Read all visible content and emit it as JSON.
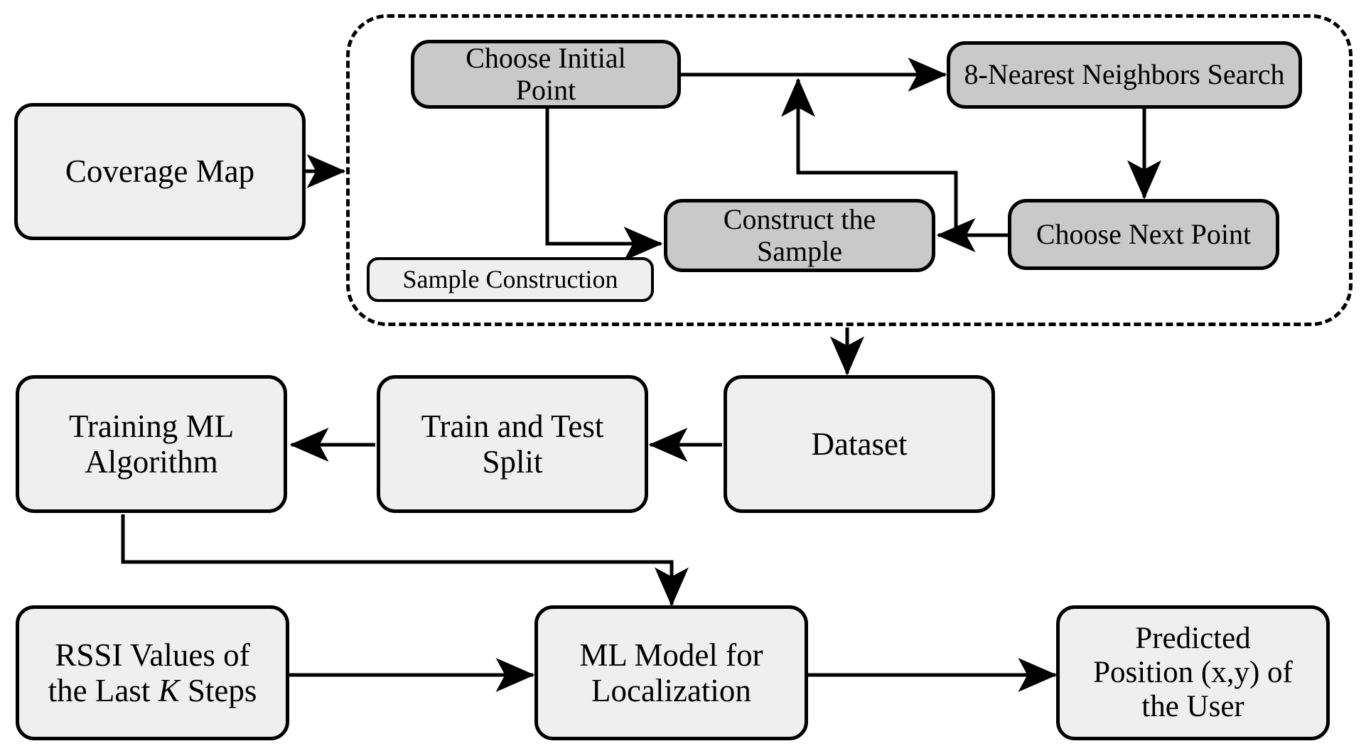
{
  "diagram": {
    "title_text": "",
    "colors": {
      "background": "#ffffff",
      "stroke": "#000000",
      "node_light_fill": "#efefef",
      "node_dark_fill": "#c9c9c9"
    },
    "group": {
      "label": "Sample Construction",
      "style": "dashed-rounded-container"
    },
    "nodes": {
      "coverage_map": "Coverage Map",
      "choose_initial_point_line1": "Choose Initial",
      "choose_initial_point_line2": "Point",
      "nearest_neighbors_search": "8-Nearest Neighbors Search",
      "construct_sample_line1": "Construct the",
      "construct_sample_line2": "Sample",
      "choose_next_point": "Choose Next Point",
      "sample_construction": "Sample Construction",
      "dataset": "Dataset",
      "train_test_split_line1": "Train and Test",
      "train_test_split_line2": "Split",
      "training_ml_algorithm_line1": "Training ML",
      "training_ml_algorithm_line2": "Algorithm",
      "rssi_values_line1": "RSSI Values of",
      "rssi_values_line2_a": "the Last ",
      "rssi_values_line2_k": "K",
      "rssi_values_line2_b": " Steps",
      "ml_model_line1": "ML Model for",
      "ml_model_line2": "Localization",
      "predicted_position_line1": "Predicted",
      "predicted_position_line2": "Position (x,y) of",
      "predicted_position_line3": "the User"
    },
    "edges": [
      {
        "name": "coverage-map-to-group",
        "from": "Coverage Map",
        "to": "Sample Construction group"
      },
      {
        "name": "choose-initial-point-to-nn-search",
        "from": "Choose Initial Point",
        "to": "8-Nearest Neighbors Search"
      },
      {
        "name": "choose-initial-point-to-construct-sample",
        "from": "Choose Initial Point",
        "to": "Construct the Sample"
      },
      {
        "name": "nn-search-to-choose-next-point",
        "from": "8-Nearest Neighbors Search",
        "to": "Choose Next Point"
      },
      {
        "name": "choose-next-point-to-construct-sample",
        "from": "Choose Next Point",
        "to": "Construct the Sample"
      },
      {
        "name": "loop-back-to-nn-search",
        "from": "Choose Next Point branch",
        "to": "8-Nearest Neighbors Search input"
      },
      {
        "name": "group-to-dataset",
        "from": "Sample Construction group",
        "to": "Dataset"
      },
      {
        "name": "dataset-to-train-test-split",
        "from": "Dataset",
        "to": "Train and Test Split"
      },
      {
        "name": "train-test-split-to-training-ml",
        "from": "Train and Test Split",
        "to": "Training ML Algorithm"
      },
      {
        "name": "training-ml-to-ml-model",
        "from": "Training ML Algorithm",
        "to": "ML Model for Localization"
      },
      {
        "name": "rssi-to-ml-model",
        "from": "RSSI Values of the Last K Steps",
        "to": "ML Model for Localization"
      },
      {
        "name": "ml-model-to-predicted-position",
        "from": "ML Model for Localization",
        "to": "Predicted Position (x,y) of the User"
      }
    ]
  }
}
